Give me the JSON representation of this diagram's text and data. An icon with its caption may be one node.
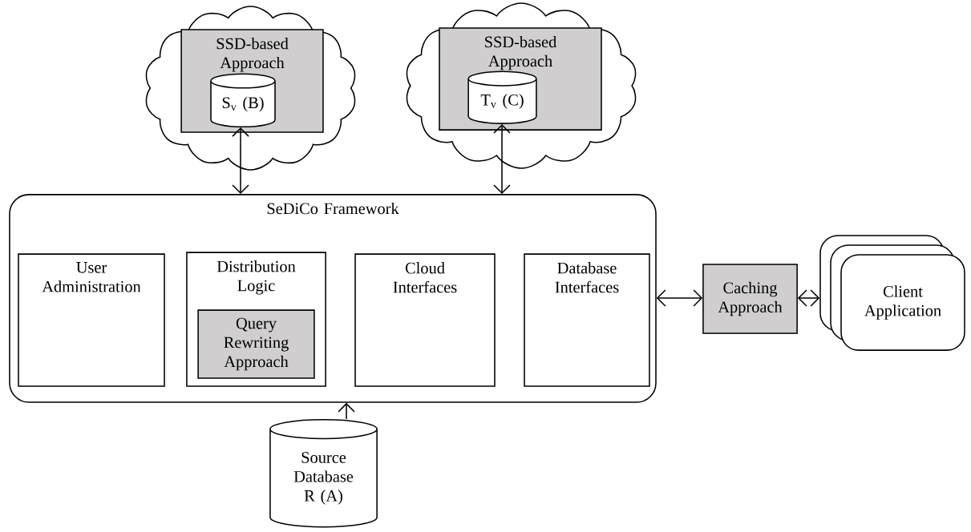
{
  "diagram": {
    "nodes": [
      {
        "text": [],
        "shape": "cloud"
      },
      {
        "text": [
          "SSD-based Approach"
        ],
        "in": 0
      },
      {
        "text": [
          "S$_{v}$ (B)"
        ],
        "in": 1
      },
      {
        "text": [],
        "shape": "cloud"
      },
      {
        "text": [
          "SSD-based Approach"
        ],
        "in": 3
      },
      {
        "text": [
          "T$_{v}$ (C)"
        ],
        "in": 4
      },
      {
        "text": [
          "SeDiCo Framework"
        ]
      },
      {
        "text": [
          "User Administration"
        ],
        "in": 6
      },
      {
        "text": [
          "Distribution Logic"
        ],
        "in": 6
      },
      {
        "text": [
          "Query Rewriting Approach"
        ],
        "in": 8
      },
      {
        "text": [
          "Cloud Interfaces"
        ],
        "in": 6
      },
      {
        "text": [
          "Database Interfaces"
        ],
        "in": 6
      },
      {
        "text": [
          "Caching Approach"
        ]
      },
      {
        "text": [
          "Client Application"
        ]
      },
      {
        "text": [
          "Source Database R (A)"
        ]
      }
    ],
    "edges": [
      {
        "from": 2,
        "to": 6,
        "arrow": "both"
      },
      {
        "from": 5,
        "to": 6,
        "arrow": "both"
      },
      {
        "from": 14,
        "to": 6,
        "arrow": "to"
      },
      {
        "from": 6,
        "to": 12,
        "arrow": "both"
      },
      {
        "from": 12,
        "to": 13,
        "arrow": "both"
      }
    ]
  }
}
